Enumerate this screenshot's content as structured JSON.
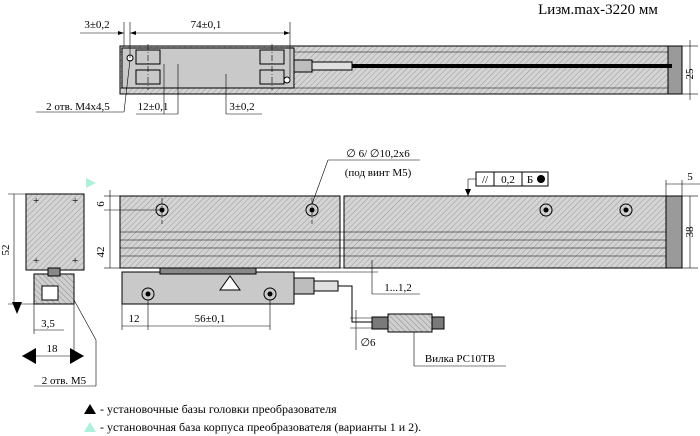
{
  "title": "Lизм.max-3220 мм",
  "top_view": {
    "dim_offset": "3±0,2",
    "dim_length": "74±0,1",
    "dim_height": "25",
    "hole_note": "2 отв. М4х4,5",
    "dim_12": "12±0,1",
    "dim_3": "3±0,2"
  },
  "side_view": {
    "dim_6": "6",
    "dim_42": "42",
    "dim_52": "52",
    "dim_38": "38",
    "dim_5": "5",
    "hole_diam": "∅ 6/ ∅10,2х6",
    "hole_screw": "(под винт М5)",
    "tolerance_sym": "//",
    "tolerance_val": "0,2",
    "tolerance_base": "Б",
    "dim_gap": "1...1,2",
    "dim_12": "12",
    "dim_56": "56±0,1",
    "dim_cable": "∅6",
    "connector": "Вилка РС10ТВ",
    "dim_35": "3,5",
    "dim_18": "18",
    "hole_note2": "2 отв. М5"
  },
  "legend": {
    "item1": "- установочные базы головки преобразователя",
    "item2": "- установочная база корпуса преобразователя (варианты 1 и 2)."
  },
  "colors": {
    "body": "#c9c9c9",
    "dark": "#5a5a5a",
    "base_marker": "#000000",
    "case_marker": "#aef0dc"
  }
}
